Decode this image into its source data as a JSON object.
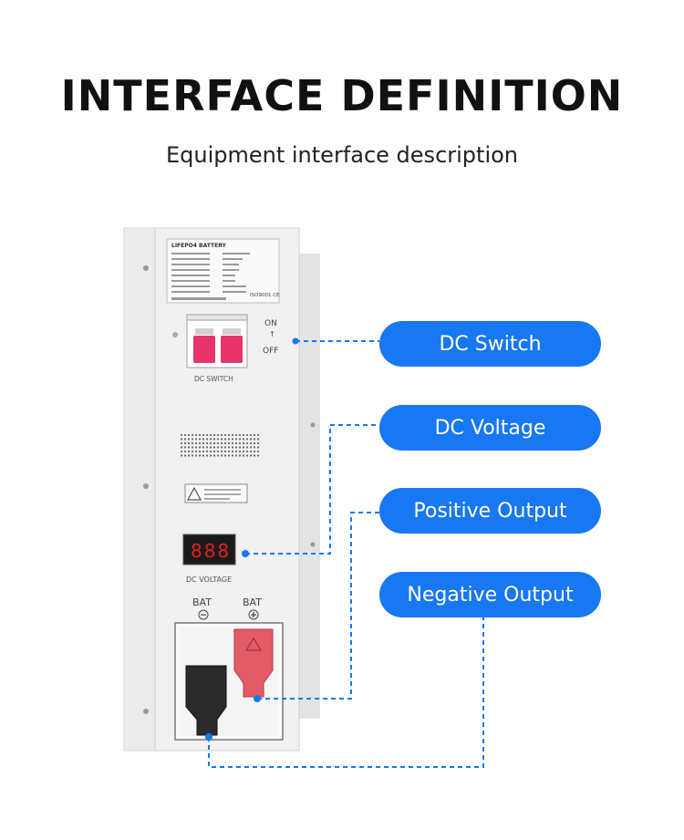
{
  "header": {
    "title": "INTERFACE DEFINITION",
    "subtitle": "Equipment interface description"
  },
  "device": {
    "label_title": "LIFEPO4 BATTERY",
    "cert_text": "ISO9001 CE",
    "switch_on": "ON",
    "switch_off": "OFF",
    "switch_label": "DC SWITCH",
    "voltage_label": "DC  VOLTAGE",
    "voltmeter_digits": "888",
    "bat_negative": "BAT",
    "bat_positive": "BAT"
  },
  "callouts": [
    {
      "label": "DC Switch"
    },
    {
      "label": "DC Voltage"
    },
    {
      "label": "Positive Output"
    },
    {
      "label": "Negative Output"
    }
  ],
  "colors": {
    "accent": "#1877f2",
    "breaker": "#e8346a",
    "positive_cap": "#e35b66",
    "negative_cap": "#2a2a2a"
  }
}
